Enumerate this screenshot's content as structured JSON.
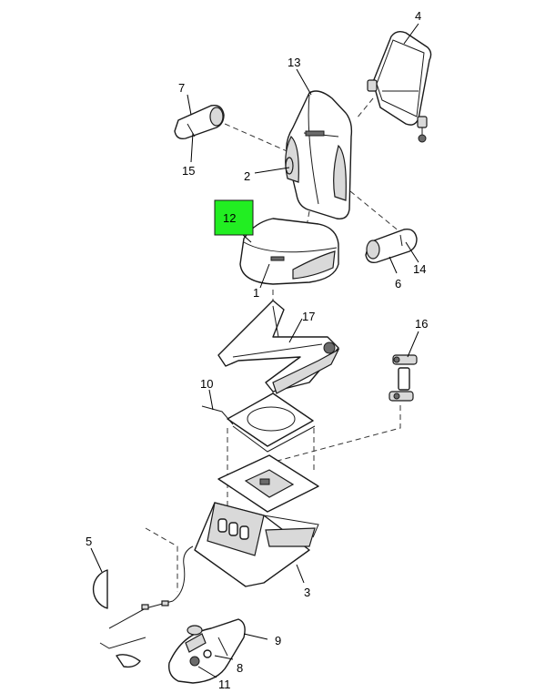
{
  "diagram": {
    "highlight_color": "#22ee22",
    "callouts": {
      "c1": "1",
      "c2": "2",
      "c3": "3",
      "c4": "4",
      "c5": "5",
      "c6": "6",
      "c7": "7",
      "c8": "8",
      "c9": "9",
      "c10": "10",
      "c11": "11",
      "c12": "12",
      "c13": "13",
      "c14": "14",
      "c15": "15",
      "c16": "16",
      "c17": "17"
    }
  }
}
